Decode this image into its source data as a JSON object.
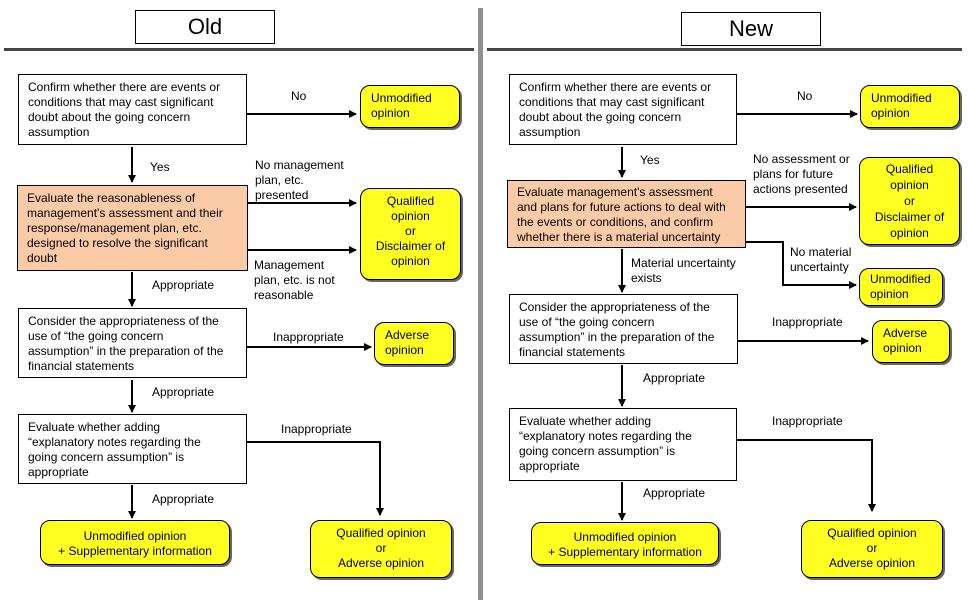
{
  "old": {
    "title": "Old",
    "confirm_box": "Confirm whether there are events or\nconditions that may cast significant\ndoubt about the going concern\nassumption",
    "evaluate_box": "Evaluate the reasonableness of\nmanagement's assessment and their\nresponse/management plan, etc.\ndesigned  to resolve the significant\ndoubt",
    "consider_box": "Consider the appropriateness of the\nuse of “the going concern\nassumption” in the preparation of the\nfinancial statements",
    "notes_box": "Evaluate whether adding\n“explanatory notes regarding the\ngoing concern assumption” is\nappropriate",
    "unmodified_opinion": "Unmodified\nopinion",
    "qualified_disclaimer": "Qualified\nopinion\nor\nDisclaimer of\nopinion",
    "adverse_opinion": "Adverse\nopinion",
    "unmodified_supplementary": "Unmodified opinion\n+ Supplementary information",
    "qualified_adverse": "Qualified opinion\nor\nAdverse opinion",
    "label_no": "No",
    "label_yes": "Yes",
    "label_no_plan": "No management\nplan, etc.\npresented",
    "label_plan_not_reasonable": "Management\nplan, etc. is not\nreasonable",
    "label_appropriate_1": "Appropriate",
    "label_inappropriate_1": "Inappropriate",
    "label_appropriate_2": "Appropriate",
    "label_inappropriate_2": "Inappropriate",
    "label_appropriate_3": "Appropriate"
  },
  "new": {
    "title": "New",
    "confirm_box": "Confirm whether there are events or\nconditions that may cast significant\ndoubt about the going concern\nassumption",
    "evaluate_box": "Evaluate management's assessment\nand plans for future actions to deal with\nthe events or conditions, and confirm\nwhether there is a material uncertainty",
    "consider_box": "Consider the appropriateness of the\nuse of “the going concern\nassumption” in the preparation of the\nfinancial statements",
    "notes_box": "Evaluate whether adding\n“explanatory notes regarding the\ngoing concern assumption” is\nappropriate",
    "unmodified_opinion_1": "Unmodified\nopinion",
    "qualified_disclaimer": "Qualified\nopinion\nor\nDisclaimer of\nopinion",
    "unmodified_opinion_2": "Unmodified\nopinion",
    "adverse_opinion": "Adverse\nopinion",
    "unmodified_supplementary": "Unmodified opinion\n+ Supplementary information",
    "qualified_adverse": "Qualified opinion\nor\nAdverse opinion",
    "label_no": "No",
    "label_yes": "Yes",
    "label_no_assessment": "No assessment or\nplans for future\nactions presented",
    "label_no_material": "No material\nuncertainty",
    "label_material_exists": "Material uncertainty\nexists",
    "label_inappropriate_1": "Inappropriate",
    "label_appropriate_1": "Appropriate",
    "label_inappropriate_2": "Inappropriate",
    "label_appropriate_2": "Appropriate"
  },
  "colors": {
    "opinion_fill": "#ffff22",
    "evaluate_fill": "#fbcba8",
    "divider": "#8f8f8f"
  }
}
